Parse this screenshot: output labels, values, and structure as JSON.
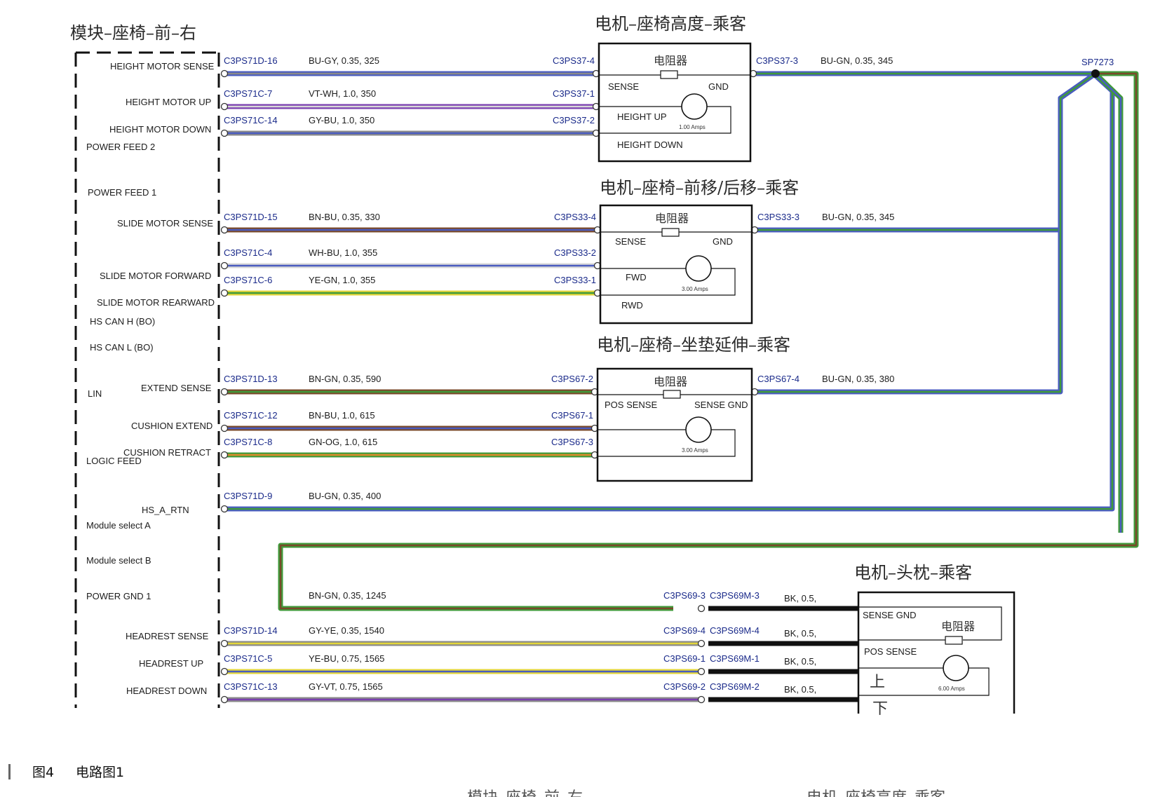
{
  "module": {
    "title": "模块–座椅–前–右",
    "labels": [
      "HEIGHT MOTOR SENSE",
      "HEIGHT MOTOR UP",
      "HEIGHT MOTOR DOWN",
      "POWER FEED 2",
      "POWER FEED 1",
      "SLIDE MOTOR SENSE",
      "SLIDE MOTOR FORWARD",
      "SLIDE MOTOR REARWARD",
      "HS CAN H (BO)",
      "HS CAN L (BO)",
      "LIN",
      "EXTEND SENSE",
      "CUSHION EXTEND",
      "CUSHION RETRACT",
      "LOGIC FEED",
      "HS_A_RTN",
      "Module select A",
      "Module select B",
      "POWER GND 1",
      "HEADREST SENSE",
      "HEADREST UP",
      "HEADREST DOWN"
    ]
  },
  "wires": [
    {
      "pin": "C3PS71D-16",
      "spec": "BU-GY,  0.35,  325",
      "end": "C3PS37-4",
      "colors": [
        "#4a5cc0",
        "#8a8a8a"
      ]
    },
    {
      "pin": "C3PS71C-7",
      "spec": "VT-WH,  1.0,  350",
      "end": "C3PS37-1",
      "colors": [
        "#7a3fb0",
        "#d8d8d8"
      ]
    },
    {
      "pin": "C3PS71C-14",
      "spec": "GY-BU,  1.0,  350",
      "end": "C3PS37-2",
      "colors": [
        "#8a8a8a",
        "#4a5cc0"
      ]
    },
    {
      "pin": "C3PS71D-15",
      "spec": "BN-BU,  0.35,  330",
      "end": "C3PS33-4",
      "colors": [
        "#7a4a2a",
        "#4a5cc0"
      ]
    },
    {
      "pin": "C3PS71C-4",
      "spec": "WH-BU,  1.0,  355",
      "end": "C3PS33-2",
      "colors": [
        "#d8d8d8",
        "#4a5cc0"
      ]
    },
    {
      "pin": "C3PS71C-6",
      "spec": "YE-GN,  1.0,  355",
      "end": "C3PS33-1",
      "colors": [
        "#e3d63a",
        "#3f9a3a"
      ]
    },
    {
      "pin": "C3PS71D-13",
      "spec": "BN-GN,  0.35,  590",
      "end": "C3PS67-2",
      "colors": [
        "#7a4a2a",
        "#3f9a3a"
      ]
    },
    {
      "pin": "C3PS71C-12",
      "spec": "BN-BU,  1.0,  615",
      "end": "C3PS67-1",
      "colors": [
        "#7a4a2a",
        "#4a5cc0"
      ]
    },
    {
      "pin": "C3PS71C-8",
      "spec": "GN-OG,  1.0,  615",
      "end": "C3PS67-3",
      "colors": [
        "#3f9a3a",
        "#e08a2a"
      ]
    },
    {
      "pin": "C3PS71D-9",
      "spec": "BU-GN,  0.35,  400",
      "end": "",
      "colors": [
        "#4a5cc0",
        "#3f9a3a"
      ]
    }
  ],
  "motors": [
    {
      "title": "电机–座椅高度–乘客",
      "resistor": "电阻器",
      "sense": "SENSE",
      "gnd": "GND",
      "fwd": "HEIGHT UP",
      "rwd": "HEIGHT DOWN",
      "amps": "1.00 Amps",
      "gnd_pin": "C3PS37-3",
      "gnd_spec": "BU-GN,  0.35,  345"
    },
    {
      "title": "电机–座椅–前移/后移–乘客",
      "resistor": "电阻器",
      "sense": "SENSE",
      "gnd": "GND",
      "fwd": "FWD",
      "rwd": "RWD",
      "amps": "3.00 Amps",
      "gnd_pin": "C3PS33-3",
      "gnd_spec": "BU-GN,  0.35,  345"
    },
    {
      "title": "电机–座椅–坐垫延伸–乘客",
      "resistor": "电阻器",
      "sense": "POS SENSE",
      "gnd": "SENSE GND",
      "fwd": "",
      "rwd": "",
      "amps": "3.00 Amps",
      "gnd_pin": "C3PS67-4",
      "gnd_spec": "BU-GN,  0.35,  380"
    }
  ],
  "splice": "SP7273",
  "headrest": {
    "title": "电机–头枕–乘客",
    "resistor": "电阻器",
    "sense_gnd": "SENSE GND",
    "pos_sense": "POS SENSE",
    "up": "上",
    "down": "下",
    "amps": "6.00 Amps",
    "rows": [
      {
        "pin": "",
        "spec": "BN-GN,  0.35,  1245",
        "c1": "C3PS69-3",
        "c2": "C3PS69M-3",
        "bk": "BK,  0.5,",
        "colors": [
          "#7a4a2a",
          "#3f9a3a"
        ]
      },
      {
        "pin": "C3PS71D-14",
        "spec": "GY-YE,  0.35,  1540",
        "c1": "C3PS69-4",
        "c2": "C3PS69M-4",
        "bk": "BK,  0.5,",
        "colors": [
          "#8a8a8a",
          "#e3d63a"
        ]
      },
      {
        "pin": "C3PS71C-5",
        "spec": "YE-BU,  0.75,  1565",
        "c1": "C3PS69-1",
        "c2": "C3PS69M-1",
        "bk": "BK,  0.5,",
        "colors": [
          "#e3d63a",
          "#4a5cc0"
        ]
      },
      {
        "pin": "C3PS71C-13",
        "spec": "GY-VT,  0.75,  1565",
        "c1": "C3PS69-2",
        "c2": "C3PS69M-2",
        "bk": "BK,  0.5,",
        "colors": [
          "#8a8a8a",
          "#7a3fb0"
        ]
      }
    ]
  },
  "caption": {
    "num": "图4",
    "text": "电路图1"
  },
  "bottom_cut": {
    "left": "模块–座椅–前–右",
    "right": "电机–座椅高度–乘客"
  }
}
